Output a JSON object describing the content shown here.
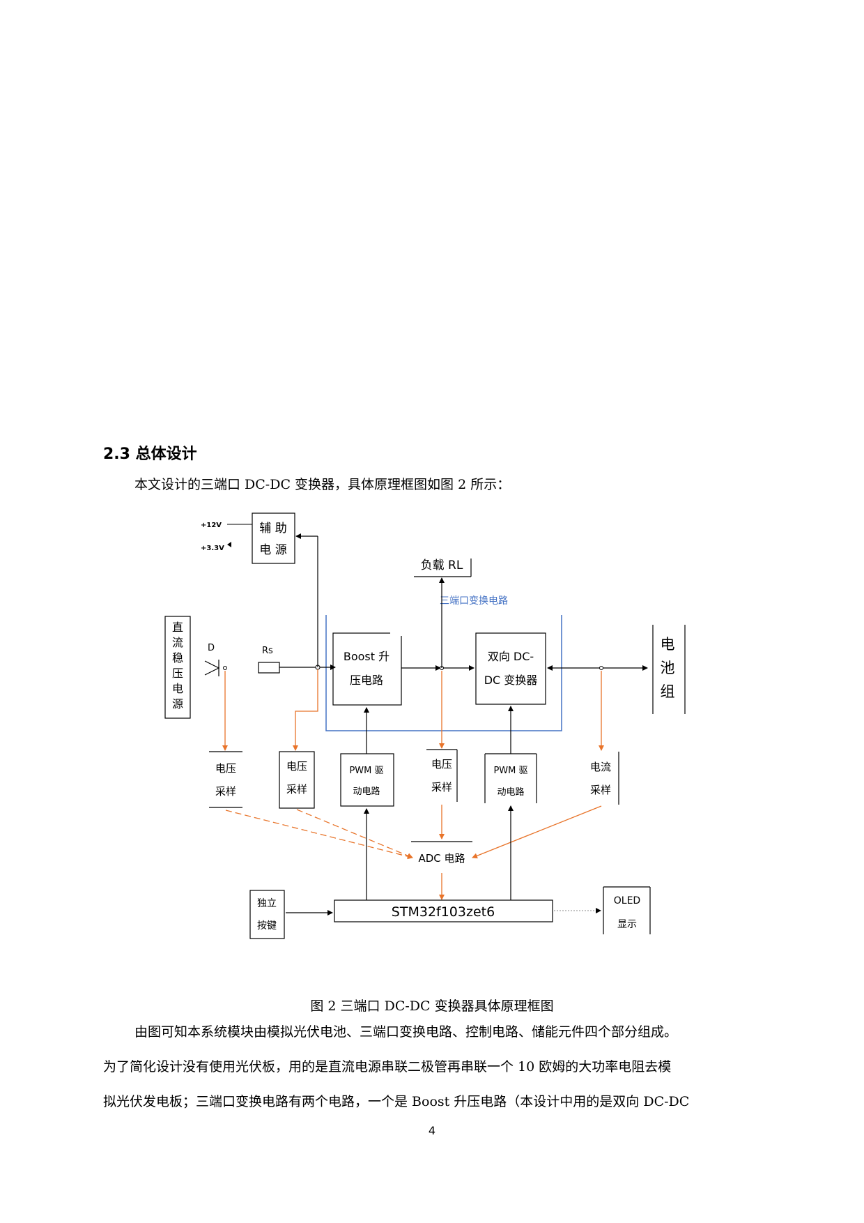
{
  "section": {
    "number": "2.3",
    "title": "总体设计"
  },
  "intro": "本文设计的三端口 DC-DC 变换器，具体原理框图如图 2 所示：",
  "diagram": {
    "aux_out_12v": "+12V",
    "aux_out_33v": "+3.3V",
    "aux_power": [
      "辅 助",
      "电 源"
    ],
    "load": "负载 RL",
    "group_label": "三端口变换电路",
    "dc_source": [
      "直",
      "流",
      "稳",
      "压",
      "电",
      "源"
    ],
    "diode_label": "D",
    "resistor_label": "Rs",
    "boost": [
      "Boost 升",
      "压电路"
    ],
    "bidir": [
      "双向 DC-",
      "DC 变换器"
    ],
    "battery": [
      "电",
      "池",
      "组"
    ],
    "volt_sample_1": [
      "电压",
      "采样"
    ],
    "volt_sample_2": [
      "电压",
      "采样"
    ],
    "pwm_drive_1": [
      "PWM 驱",
      "动电路"
    ],
    "volt_sample_3": [
      "电压",
      "采样"
    ],
    "pwm_drive_2": [
      "PWM 驱",
      "动电路"
    ],
    "current_sample": [
      "电流",
      "采样"
    ],
    "adc": "ADC 电路",
    "mcu": "STM32f103zet6",
    "keys": [
      "独立",
      "按键"
    ],
    "oled": [
      "OLED",
      "显示"
    ],
    "colors": {
      "signal": "#E8742A",
      "group_box": "#4472C4",
      "group_text": "#4472C4"
    }
  },
  "caption": "图 2 三端口 DC-DC 变换器具体原理框图",
  "body": [
    "由图可知本系统模块由模拟光伏电池、三端口变换电路、控制电路、储能元件四个部分组成。",
    "为了简化设计没有使用光伏板，用的是直流电源串联二极管再串联一个 10 欧姆的大功率电阻去模",
    "拟光伏发电板；三端口变换电路有两个电路，一个是 Boost 升压电路（本设计中用的是双向 DC-DC"
  ],
  "page_number": "4"
}
